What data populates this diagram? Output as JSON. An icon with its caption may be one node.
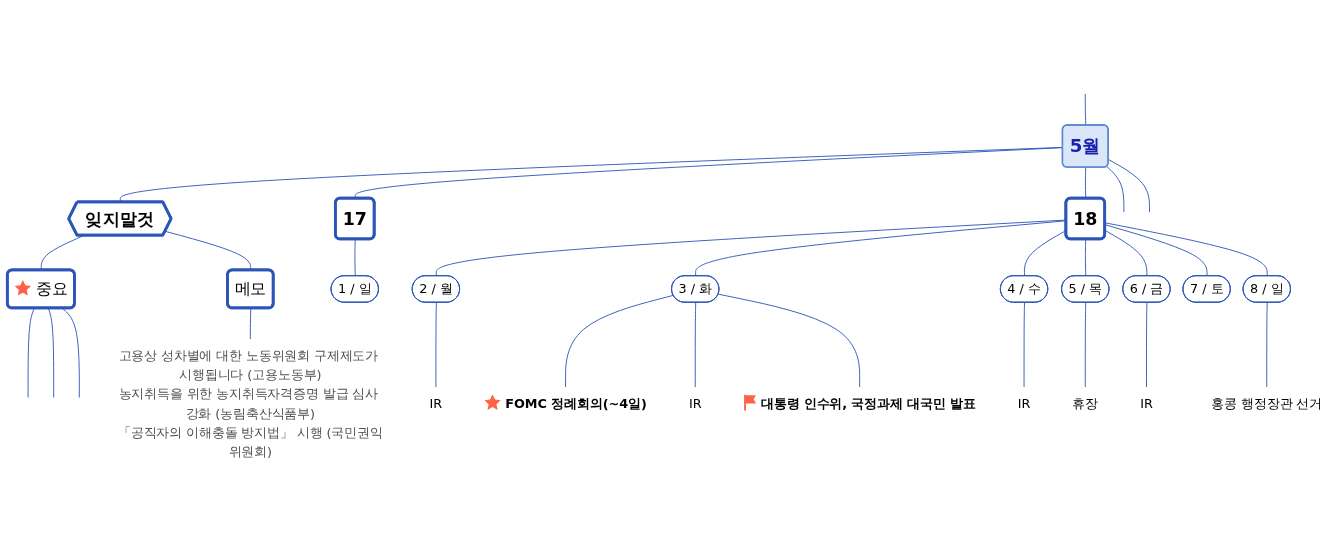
{
  "diagram": {
    "nodes": [
      {
        "text": [
          "5월"
        ]
      },
      {
        "text": [
          "잊지말것"
        ]
      },
      {
        "text": [
          "중요"
        ]
      },
      {
        "text": [
          "메모"
        ]
      },
      {
        "text": [
          "고용상 성차별에 대한 노동위원회 구제제도가 시행됩니다 (고용노동부)",
          "농지취득을 위한 농지취득자격증명 발급 심사 강화 (농림축산식품부)",
          "「공직자의 이해충돌 방지법」 시행 (국민권익위원회)"
        ]
      },
      {
        "text": [
          "17"
        ]
      },
      {
        "text": [
          "1 / 일"
        ]
      },
      {
        "text": [
          "18"
        ]
      },
      {
        "text": [
          "2 / 월"
        ]
      },
      {
        "text": [
          "IR"
        ]
      },
      {
        "text": [
          "3 / 화"
        ]
      },
      {
        "text": [
          "FOMC 정례회의(~4일)"
        ]
      },
      {
        "text": [
          "IR"
        ]
      },
      {
        "text": [
          "대통령 인수위, 국정과제 대국민 발표"
        ]
      },
      {
        "text": [
          "4 / 수"
        ]
      },
      {
        "text": [
          "IR"
        ]
      },
      {
        "text": [
          "5 / 목"
        ]
      },
      {
        "text": [
          "휴장"
        ]
      },
      {
        "text": [
          "6 / 금"
        ]
      },
      {
        "text": [
          "IR"
        ]
      },
      {
        "text": [
          "7 / 토"
        ]
      },
      {
        "text": [
          "8 / 일"
        ]
      },
      {
        "text": [
          "홍콩 행정장관 선거"
        ]
      }
    ],
    "edges": [
      {
        "from": null,
        "to": 0,
        "arrow": "none"
      },
      {
        "from": 0,
        "to": null,
        "arrow": "none"
      },
      {
        "from": 0,
        "to": 1,
        "arrow": "none"
      },
      {
        "from": 0,
        "to": 5,
        "arrow": "none"
      },
      {
        "from": 0,
        "to": 7,
        "arrow": "none"
      },
      {
        "from": 0,
        "to": null,
        "arrow": "none"
      },
      {
        "from": 1,
        "to": 2,
        "arrow": "none"
      },
      {
        "from": 2,
        "to": null,
        "arrow": "none"
      },
      {
        "from": 2,
        "to": null,
        "arrow": "none"
      },
      {
        "from": 2,
        "to": null,
        "arrow": "none"
      },
      {
        "from": 1,
        "to": 3,
        "arrow": "none"
      },
      {
        "from": 3,
        "to": 4,
        "arrow": "none"
      },
      {
        "from": 5,
        "to": 6,
        "arrow": "none"
      },
      {
        "from": 7,
        "to": 8,
        "arrow": "none"
      },
      {
        "from": 8,
        "to": 9,
        "arrow": "none"
      },
      {
        "from": 7,
        "to": 10,
        "arrow": "none"
      },
      {
        "from": 10,
        "to": 11,
        "arrow": "none"
      },
      {
        "from": 10,
        "to": 12,
        "arrow": "none"
      },
      {
        "from": 10,
        "to": 13,
        "arrow": "none"
      },
      {
        "from": 7,
        "to": 14,
        "arrow": "none"
      },
      {
        "from": 14,
        "to": 15,
        "arrow": "none"
      },
      {
        "from": 7,
        "to": 16,
        "arrow": "none"
      },
      {
        "from": 16,
        "to": 17,
        "arrow": "none"
      },
      {
        "from": 7,
        "to": 18,
        "arrow": "none"
      },
      {
        "from": 18,
        "to": 19,
        "arrow": "none"
      },
      {
        "from": 7,
        "to": 20,
        "arrow": "none"
      },
      {
        "from": 7,
        "to": 21,
        "arrow": "none"
      },
      {
        "from": 21,
        "to": 22,
        "arrow": "none"
      }
    ]
  }
}
